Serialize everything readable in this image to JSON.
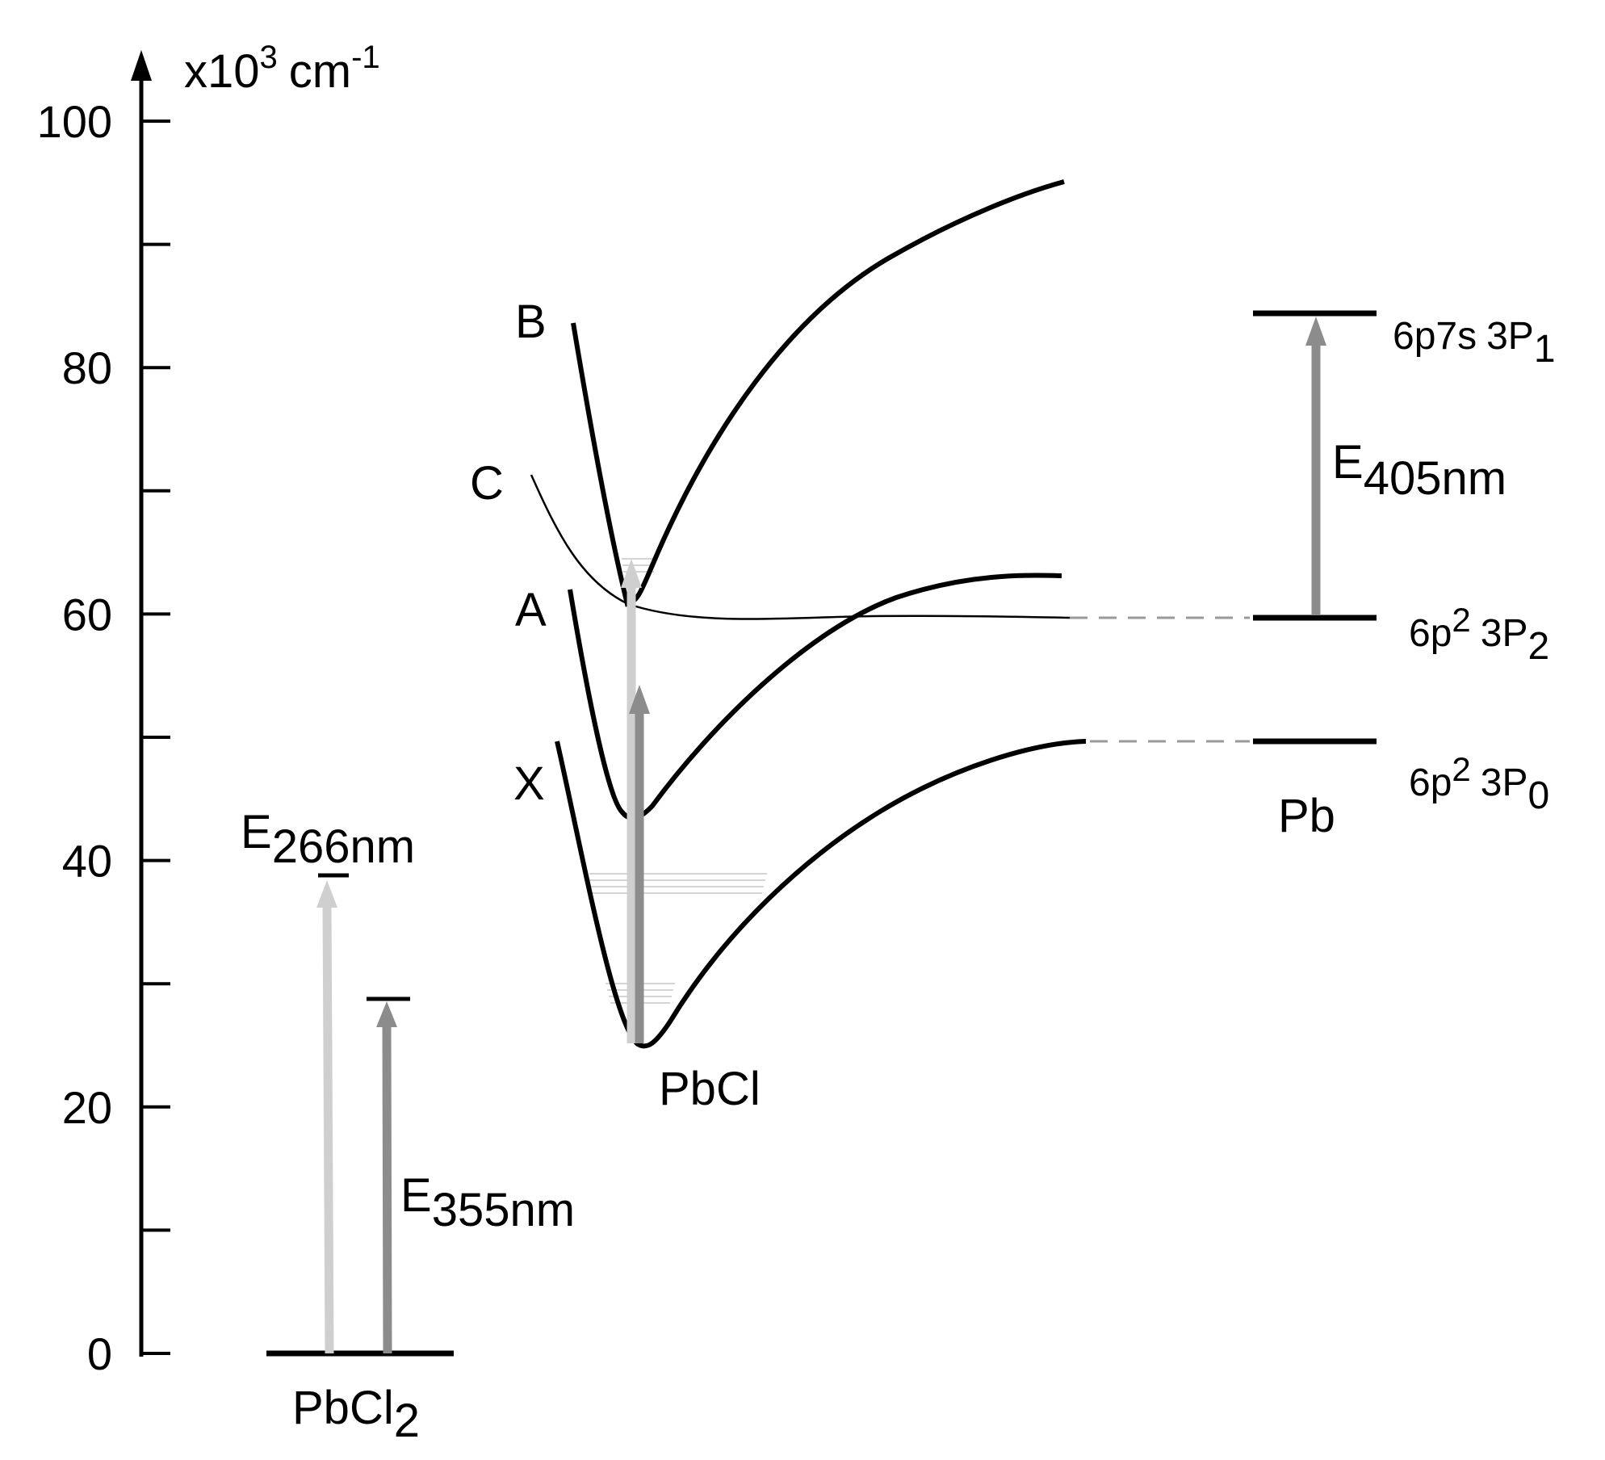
{
  "axis": {
    "unit_base": "x10",
    "unit_exp": "3",
    "unit_cm": "cm",
    "unit_cm_exp": "-1",
    "ticks": [
      {
        "value": 0,
        "label": "0"
      },
      {
        "value": 10,
        "label": ""
      },
      {
        "value": 20,
        "label": "20"
      },
      {
        "value": 30,
        "label": ""
      },
      {
        "value": 40,
        "label": "40"
      },
      {
        "value": 50,
        "label": ""
      },
      {
        "value": 60,
        "label": "60"
      },
      {
        "value": 70,
        "label": ""
      },
      {
        "value": 80,
        "label": "80"
      },
      {
        "value": 90,
        "label": ""
      },
      {
        "value": 100,
        "label": "100"
      }
    ]
  },
  "pbcl2": {
    "base": "PbCl",
    "sub": "2",
    "ground_energy": 0,
    "e266": {
      "main": "E",
      "sub": "266nm",
      "level": 39
    },
    "e355": {
      "main": "E",
      "sub": "355nm",
      "level": 29
    }
  },
  "pbcl": {
    "label": "PbCl",
    "curves": {
      "B": "B",
      "C": "C",
      "A": "A",
      "X": "X"
    }
  },
  "pb": {
    "label": "Pb",
    "levels": [
      {
        "energy": 85,
        "config": "6p7s",
        "sup": "",
        "term": "3P",
        "sub": "1"
      },
      {
        "energy": 60,
        "config": "6p",
        "sup": "2",
        "term": "3P",
        "sub": "2"
      },
      {
        "energy": 50,
        "config": "6p",
        "sup": "2",
        "term": "3P",
        "sub": "0"
      }
    ],
    "e405": {
      "main": "E",
      "sub": "405nm"
    }
  },
  "colors": {
    "line": "#000000",
    "arrow_light": "#cfcfcf",
    "arrow_dark": "#8c8c8c",
    "vib_levels": "#d4d4d4",
    "dashed": "#9a9a9a"
  }
}
